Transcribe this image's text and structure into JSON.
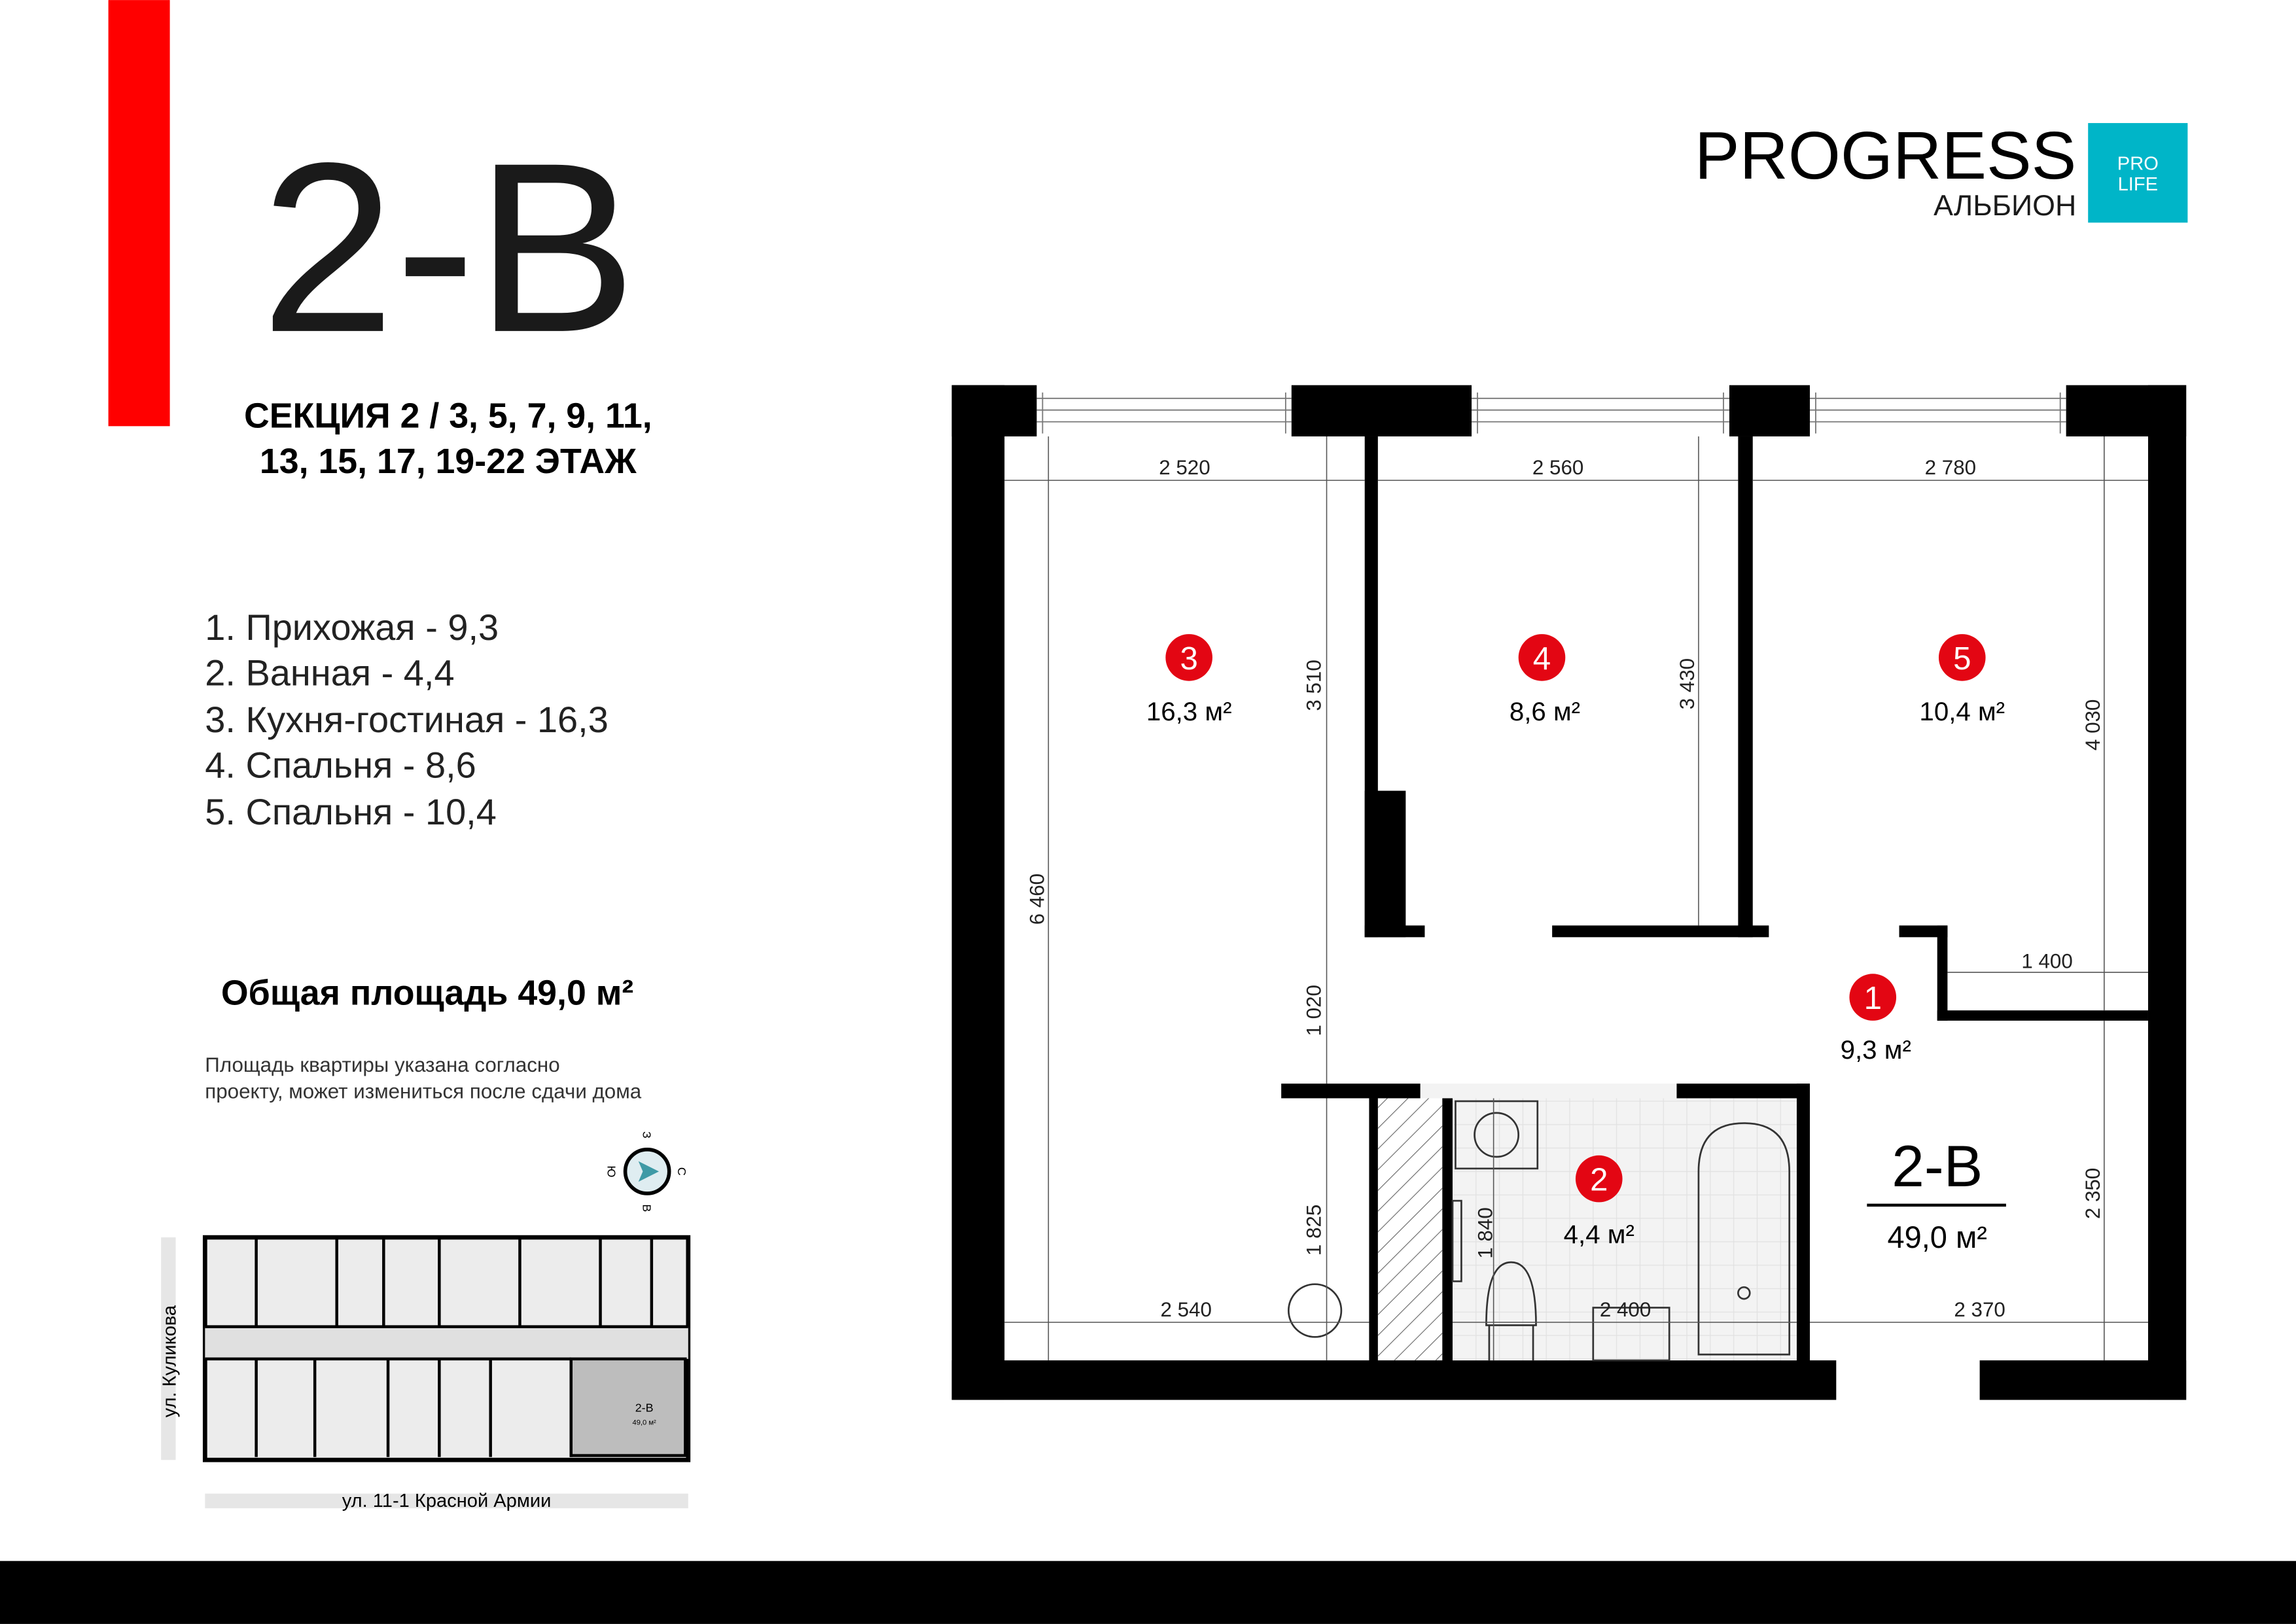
{
  "title": "2-В",
  "section": {
    "line1": "СЕКЦИЯ 2 / 3, 5, 7, 9, 11,",
    "line2": "13, 15, 17, 19-22 ЭТАЖ"
  },
  "rooms": [
    {
      "label": "1.  Прихожая - 9,3",
      "num": "1",
      "area": "9,3 м²"
    },
    {
      "label": "2. Ванная - 4,4",
      "num": "2",
      "area": "4,4 м²"
    },
    {
      "label": "3. Кухня-гостиная - 16,3",
      "num": "3",
      "area": "16,3 м²"
    },
    {
      "label": "4. Спальня - 8,6",
      "num": "4",
      "area": "8,6 м²"
    },
    {
      "label": "5. Спальня - 10,4",
      "num": "5",
      "area": "10,4 м²"
    }
  ],
  "total_area": "Общая площадь 49,0 м²",
  "note": {
    "line1": "Площадь квартиры указана согласно",
    "line2": "проекту, может измениться после сдачи дома"
  },
  "compass": {
    "n": "С",
    "s": "Ю",
    "e": "В",
    "w": "З"
  },
  "mini_plan": {
    "street_left": "ул. Куликова",
    "street_bottom": "ул. 11-1 Красной Армии",
    "unit": "2-В",
    "unit_area": "49,0 м²"
  },
  "logo": {
    "brand": "PROGRESS",
    "sub": "АЛЬБИОН",
    "badge1": "PRO",
    "badge2": "LIFE"
  },
  "plan": {
    "unit": "2-В",
    "unit_area": "49,0 м²",
    "dims": {
      "d2520": "2 520",
      "d2560": "2 560",
      "d2780": "2 780",
      "d3510": "3 510",
      "d3430": "3 430",
      "d4030": "4 030",
      "d6460": "6 460",
      "d1020": "1 020",
      "d1400": "1 400",
      "d1825": "1 825",
      "d1840": "1 840",
      "d2350": "2 350",
      "d2540": "2 540",
      "d2400": "2 400",
      "d2370": "2 370"
    }
  },
  "colors": {
    "accent_red": "#ff0000",
    "badge_teal": "#00b5c8",
    "circle_red": "#e30613",
    "footer": "#000000"
  }
}
